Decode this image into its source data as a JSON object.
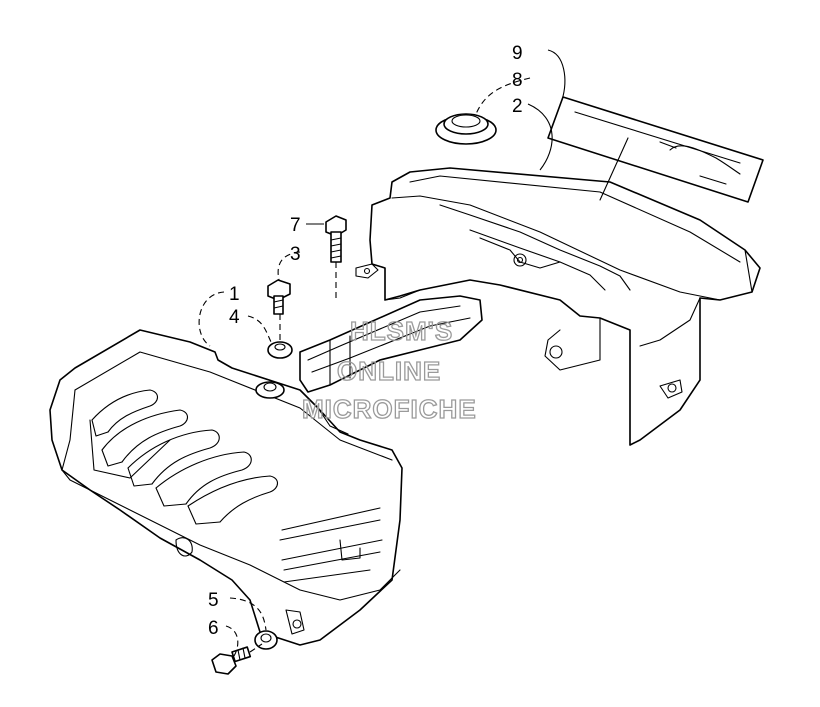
{
  "callouts": {
    "c1": "1",
    "c2": "2",
    "c3": "3",
    "c4": "4",
    "c5": "5",
    "c6": "6",
    "c7": "7",
    "c8": "8",
    "c9": "9"
  },
  "watermark": {
    "line1": "HLSM'S",
    "line2": "ONLINE",
    "line3": "MICROFICHE"
  },
  "colors": {
    "line": "#000000",
    "watermark": "#9a9a9a",
    "background": "#ffffff"
  }
}
